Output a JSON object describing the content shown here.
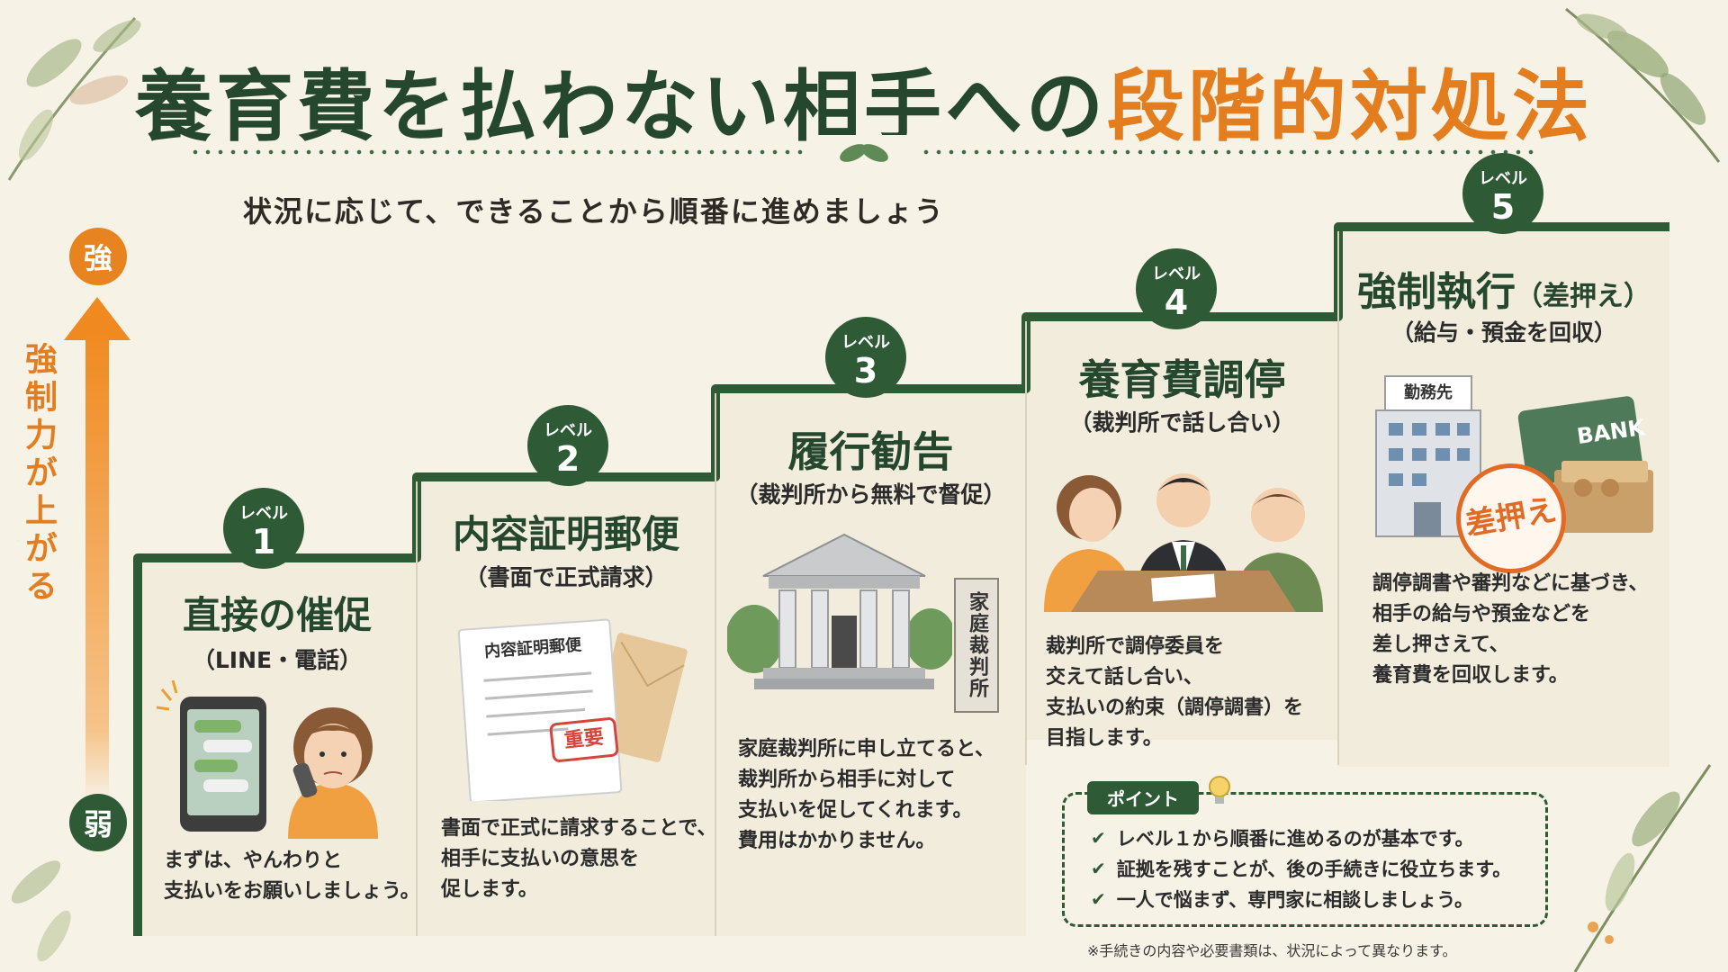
{
  "title": {
    "part1": "養育費を払わない相手への",
    "part2": "段階的対処法"
  },
  "subtitle": "状況に応じて、できることから順番に進めましょう",
  "strength_axis": {
    "strong": "強",
    "weak": "弱",
    "label": "強制力が上がる"
  },
  "levels": [
    {
      "badge": "レベル",
      "number": "1",
      "title": "直接の催促",
      "sub": "（LINE・電話）",
      "desc": [
        "まずは、やんわりと",
        "支払いをお願いしましょう。"
      ]
    },
    {
      "badge": "レベル",
      "number": "2",
      "title": "内容証明郵便",
      "sub": "（書面で正式請求）",
      "illustration": {
        "memo": "内容証明郵便",
        "stamp": "重要"
      },
      "desc": [
        "書面で正式に請求することで、",
        "相手に支払いの意思を",
        "促します。"
      ]
    },
    {
      "badge": "レベル",
      "number": "3",
      "title": "履行勧告",
      "sub": "（裁判所から無料で督促）",
      "illustration": {
        "sign": "家庭裁判所"
      },
      "desc": [
        "家庭裁判所に申し立てると、",
        "裁判所から相手に対して",
        "支払いを促してくれます。",
        "費用はかかりません。"
      ]
    },
    {
      "badge": "レベル",
      "number": "4",
      "title": "養育費調停",
      "sub": "（裁判所で話し合い）",
      "desc": [
        "裁判所で調停委員を",
        "交えて話し合い、",
        "支払いの約束（調停調書）を",
        "目指します。"
      ]
    },
    {
      "badge": "レベル",
      "number": "5",
      "title": "強制執行",
      "title_small": "（差押え）",
      "sub": "（給与・預金を回収）",
      "illustration": {
        "building": "勤務先",
        "bank": "BANK",
        "stamp": "差押え"
      },
      "desc": [
        "調停調書や審判などに基づき、",
        "相手の給与や預金などを",
        "差し押さえて、",
        "養育費を回収します。"
      ]
    }
  ],
  "point": {
    "tag": "ポイント",
    "items": [
      "レベル１から順番に進めるのが基本です。",
      "証拠を残すことが、後の手続きに役立ちます。",
      "一人で悩まず、専門家に相談しましょう。"
    ]
  },
  "footnote": "※手続きの内容や必要書類は、状況によって異なります。",
  "colors": {
    "primary_green": "#2e5a35",
    "accent_orange": "#e47d1e",
    "background": "#f7f2e6"
  }
}
